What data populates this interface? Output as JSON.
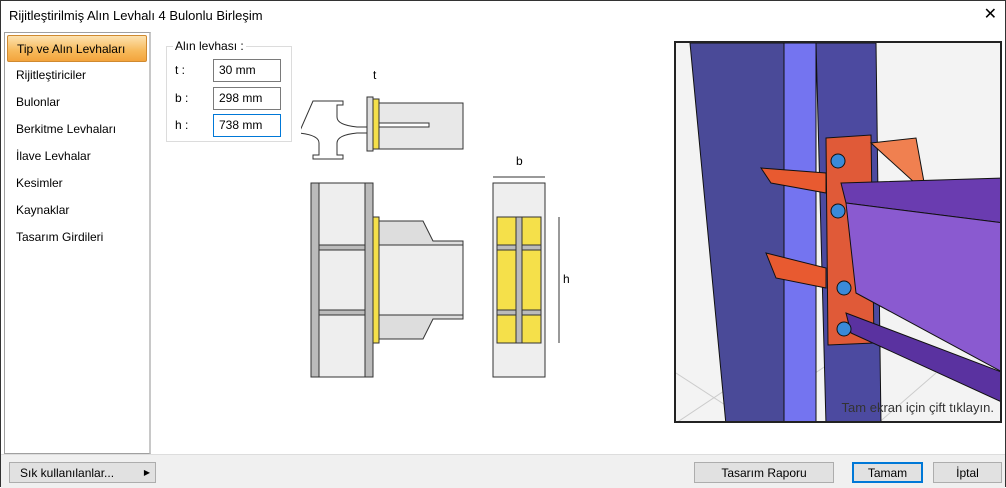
{
  "window": {
    "title": "Rijitleştirilmiş Alın Levhalı 4 Bulonlu Birleşim",
    "close": "✕"
  },
  "sidebar": {
    "items": [
      {
        "label": "Tip ve Alın Levhaları",
        "active": true
      },
      {
        "label": "Rijitleştiriciler"
      },
      {
        "label": "Bulonlar"
      },
      {
        "label": "Berkitme Levhaları"
      },
      {
        "label": "İlave Levhalar"
      },
      {
        "label": "Kesimler"
      },
      {
        "label": "Kaynaklar"
      },
      {
        "label": "Tasarım Girdileri"
      }
    ]
  },
  "plate": {
    "label": "Alın levhası :",
    "fields": [
      {
        "label": "t :",
        "value": "30 mm"
      },
      {
        "label": "b :",
        "value": "298 mm"
      },
      {
        "label": "h :",
        "value": "738 mm"
      }
    ]
  },
  "drawing": {
    "t": "t",
    "b": "b",
    "h": "h"
  },
  "view3d": {
    "hint": "Tam ekran için çift tıklayın."
  },
  "footer": {
    "favorites": "Sık kullanılanlar...",
    "report": "Tasarım Raporu",
    "ok": "Tamam",
    "cancel": "İptal"
  }
}
